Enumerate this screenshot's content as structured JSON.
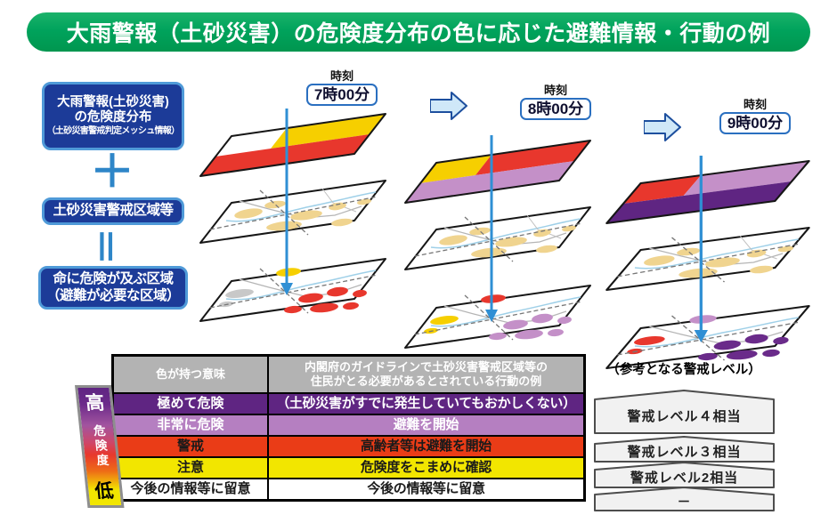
{
  "banner": {
    "title": "大雨警報（土砂災害）の危険度分布の色に応じた避難情報・行動の例"
  },
  "left_column": {
    "box1_line1": "大雨警報(土砂災害)",
    "box1_line2": "の危険度分布",
    "box1_line3": "（土砂災害警戒判定メッシュ情報）",
    "plus": "＋",
    "equals": "＝",
    "box2": "土砂災害警戒区域等",
    "box3_line1": "命に危険が及ぶ区域",
    "box3_line2": "（避難が必要な区域）"
  },
  "panels": [
    {
      "time_caption": "時刻",
      "time": "7時00分",
      "layer_colors": {
        "top_left": "#ffffff",
        "top_right": "#f6cf00",
        "band": "#e8372d"
      },
      "map_colors": {
        "main": "#e8372d",
        "accent_top": "#f6cf00",
        "accent_left": "#c8c8c8"
      }
    },
    {
      "time_caption": "時刻",
      "time": "8時00分",
      "layer_colors": {
        "top_left": "#f6cf00",
        "top_right": "#e8372d",
        "band": "#c490c8"
      },
      "map_colors": {
        "main": "#c490c8",
        "accent_top": "#e8372d",
        "accent_left": "#f6cf00"
      }
    },
    {
      "time_caption": "時刻",
      "time": "9時00分",
      "layer_colors": {
        "top_left": "#e8372d",
        "top_right": "#c490c8",
        "band": "#5f2582"
      },
      "map_colors": {
        "main": "#6a2b8a",
        "accent_top": "#c490c8",
        "accent_left": "#e8372d"
      }
    }
  ],
  "table": {
    "header": {
      "col1": "色が持つ意味",
      "col2_line1": "内閣府のガイドラインで土砂災害警戒区域等の",
      "col2_line2": "住民がとる必要があるとされている行動の例"
    },
    "rows": [
      {
        "label": "極めて危険",
        "action": "（土砂災害がすでに発生していてもおかしくない）",
        "bg": "#5f2582",
        "fg": "#ffffff"
      },
      {
        "label": "非常に危険",
        "action": "避難を開始",
        "bg": "#b57fc1",
        "fg": "#ffffff"
      },
      {
        "label": "警戒",
        "action": "高齢者等は避難を開始",
        "bg": "#ea3c17",
        "fg": "#1a1a1a"
      },
      {
        "label": "注意",
        "action": "危険度をこまめに確認",
        "bg": "#f2e600",
        "fg": "#1a1a1a"
      },
      {
        "label": "今後の情報等に留意",
        "action": "今後の情報等に留意",
        "bg": "#ffffff",
        "fg": "#1a1a1a"
      }
    ]
  },
  "risk_bar": {
    "high": "高",
    "axis": "危険度",
    "low": "低"
  },
  "levels": {
    "title": "（参考となる警戒レベル）",
    "items": [
      "警戒レベル４相当",
      "警戒レベル３相当",
      "警戒レベル2相当",
      "－"
    ]
  },
  "colors": {
    "banner_green": "#00a35c",
    "box_blue": "#1c3b98",
    "operator_blue": "#2e86c8",
    "flow_blue": "#2f8fd4",
    "map_zone": "#f0d48f",
    "level_box_fill": "#f1f1f1"
  }
}
